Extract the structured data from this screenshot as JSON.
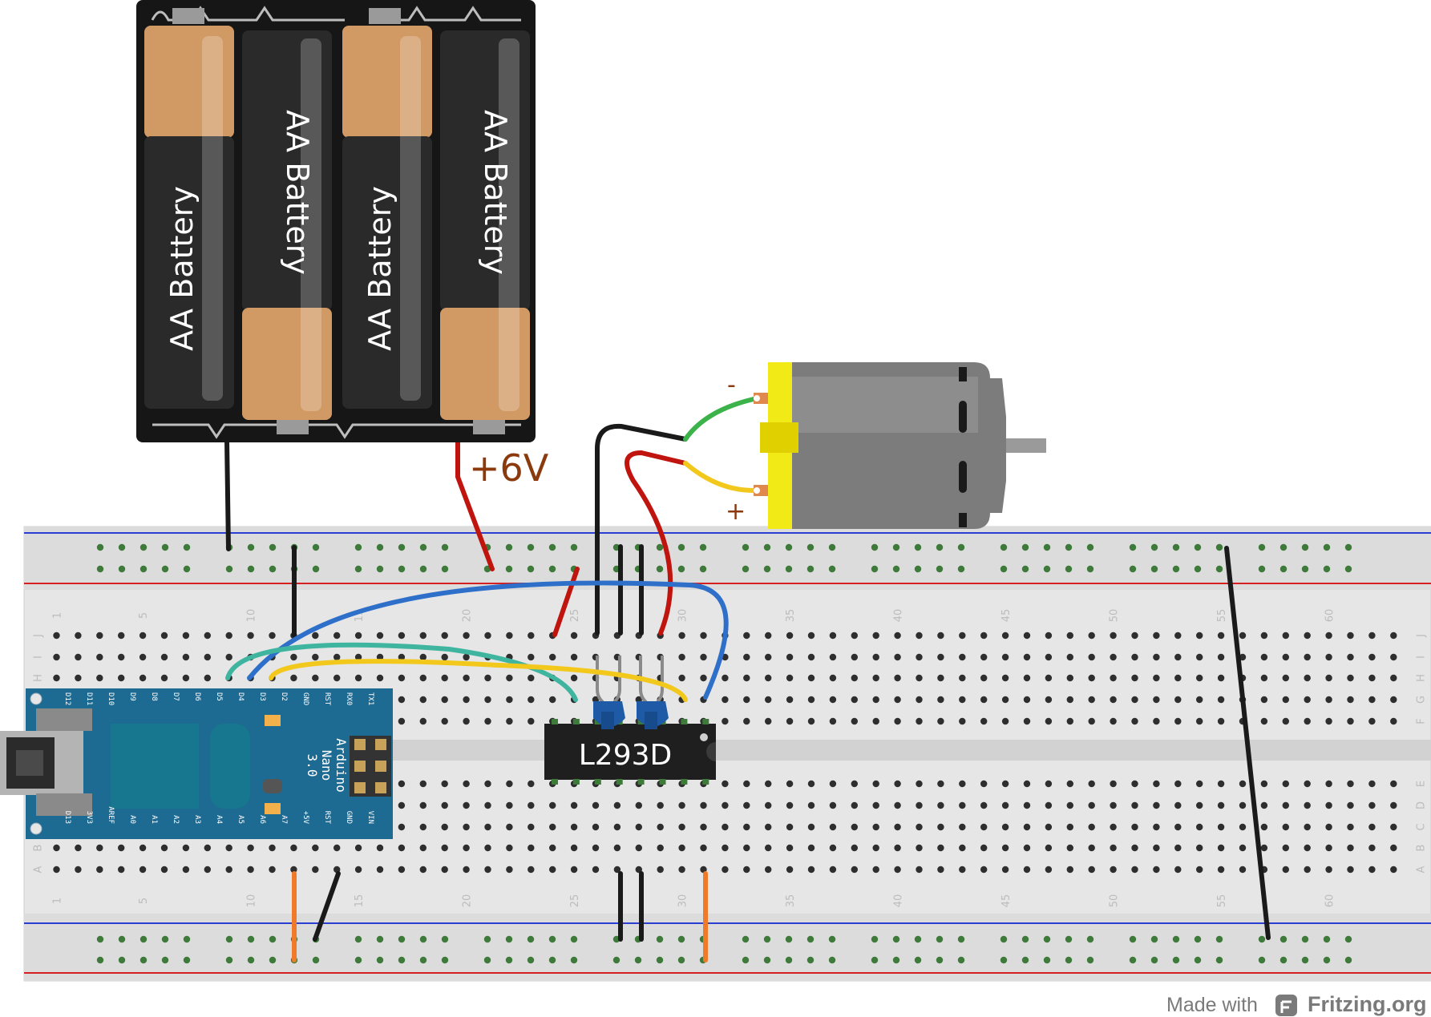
{
  "battery": {
    "label": "AA Battery",
    "voltage_label": "+6V"
  },
  "chip": {
    "label": "L293D"
  },
  "motor": {
    "minus_label": "-",
    "plus_label": "+"
  },
  "arduino": {
    "title_lines": [
      "Arduino",
      "Nano",
      "3.0"
    ],
    "top_pins": [
      "D12",
      "D11",
      "D10",
      "D9",
      "D8",
      "D7",
      "D6",
      "D5",
      "D4",
      "D3",
      "D2",
      "GND",
      "RST",
      "RX0",
      "TX1"
    ],
    "bottom_pins": [
      "D13",
      "3V3",
      "AREF",
      "A0",
      "A1",
      "A2",
      "A3",
      "A4",
      "A5",
      "A6",
      "A7",
      "+5V",
      "RST",
      "GND",
      "VIN"
    ]
  },
  "breadboard": {
    "column_numbers": [
      "1",
      "5",
      "10",
      "15",
      "20",
      "25",
      "30",
      "35",
      "40",
      "45",
      "50",
      "55",
      "60"
    ],
    "row_letters_top": [
      "J",
      "I",
      "H",
      "G",
      "F"
    ],
    "row_letters_bottom": [
      "E",
      "D",
      "C",
      "B",
      "A"
    ]
  },
  "footer": {
    "made_with": "Made with",
    "brand": "Fritzing.org"
  },
  "colors": {
    "wire_black": "#1a1a1a",
    "wire_red": "#c0140e",
    "wire_blue": "#2d6fc9",
    "wire_green": "#3cb34a",
    "wire_yellow": "#f2c81d",
    "wire_orange": "#f07a2a",
    "arduino_blue": "#1d6a93",
    "motor_yellow": "#f2ea16",
    "battery_copper": "#d19a64"
  }
}
